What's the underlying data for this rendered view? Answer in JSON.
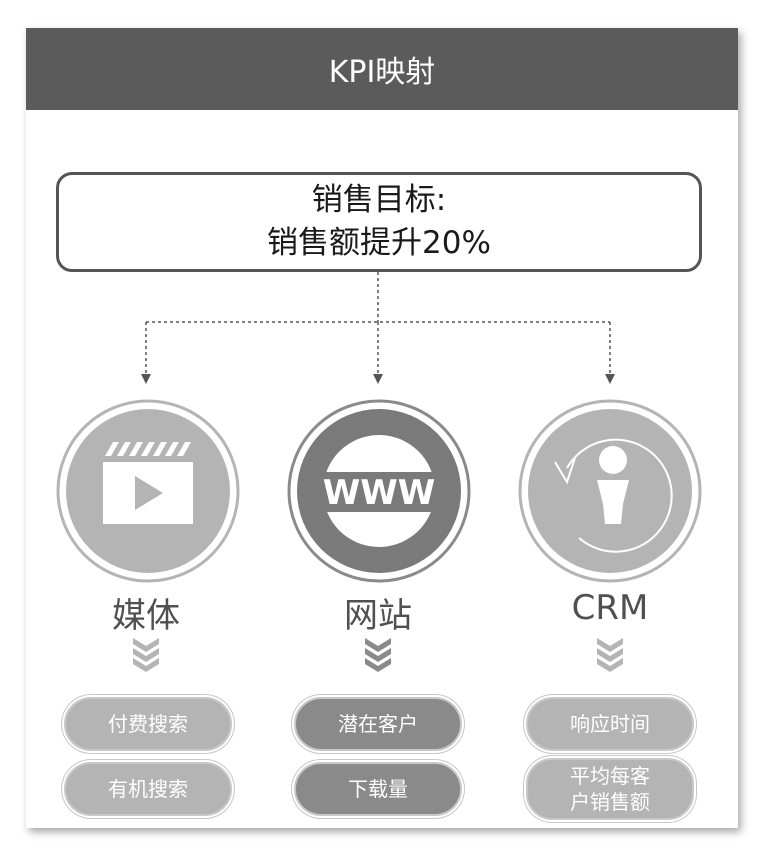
{
  "header": {
    "title": "KPI映射"
  },
  "goal": {
    "line1": "销售目标:",
    "line2": "销售额提升20%"
  },
  "columns": [
    {
      "label": "媒体",
      "icon": "media-play-icon",
      "kpis": [
        "付费搜索",
        "有机搜索"
      ]
    },
    {
      "label": "网站",
      "icon": "www-icon",
      "kpis": [
        "潜在客户",
        "下载量"
      ]
    },
    {
      "label": "CRM",
      "icon": "customer-icon",
      "kpis": [
        "响应时间",
        "平均每客户销售额"
      ]
    }
  ],
  "kpi_multiline": {
    "line1": "平均每客",
    "line2": "户销售额"
  },
  "colors": {
    "header": "#5b5b5b",
    "icon_light": "#b4b4b4",
    "icon_dark": "#7a7a7a",
    "pill_light": "#b4b4b4",
    "pill_dark": "#8a8a8a"
  }
}
